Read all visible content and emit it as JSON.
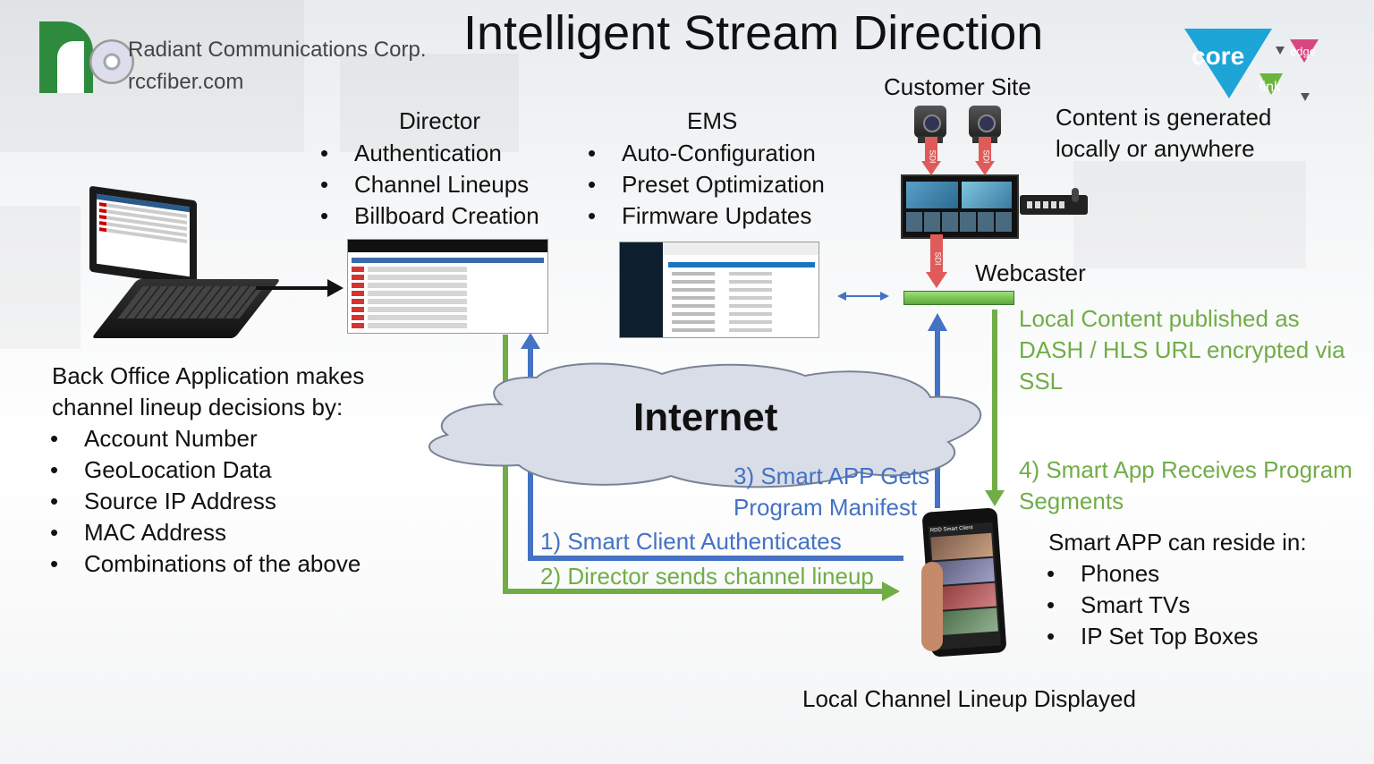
{
  "title": "Intelligent Stream Direction",
  "company": {
    "name": "Radiant Communications Corp.",
    "url": "rccfiber.com",
    "logo_text": "rc"
  },
  "corelink_logo": {
    "core": "core",
    "edge": "edge",
    "link": "link"
  },
  "director": {
    "heading": "Director",
    "items": [
      "Authentication",
      "Channel Lineups",
      "Billboard Creation"
    ]
  },
  "ems": {
    "heading": "EMS",
    "items": [
      "Auto-Configuration",
      "Preset Optimization",
      "Firmware Updates"
    ]
  },
  "customer_site": {
    "heading": "Customer Site",
    "note_line1": "Content is generated",
    "note_line2": "locally or anywhere"
  },
  "webcaster": {
    "label": "Webcaster"
  },
  "local_content": {
    "line1": "Local Content published as",
    "line2": "DASH / HLS URL encrypted via",
    "line3": "SSL"
  },
  "internet": {
    "label": "Internet"
  },
  "back_office": {
    "line1": "Back Office Application makes",
    "line2": "channel lineup decisions by:",
    "items": [
      "Account Number",
      "GeoLocation Data",
      "Source IP Address",
      "MAC Address",
      "Combinations of the above"
    ]
  },
  "steps": {
    "step1": "1) Smart Client Authenticates",
    "step2": "2) Director sends channel lineup",
    "step3_line1": "3) Smart APP Gets",
    "step3_line2": "Program Manifest",
    "step4_line1": "4) Smart App Receives Program",
    "step4_line2": "Segments"
  },
  "smart_app": {
    "heading": "Smart APP can reside in:",
    "items": [
      "Phones",
      "Smart TVs",
      "IP Set Top Boxes"
    ],
    "phone_title": "RDD Smart Client"
  },
  "footer": {
    "caption": "Local Channel Lineup Displayed"
  },
  "cable_label": "SDI",
  "colors": {
    "green": "#70ad47",
    "blue": "#4472c4",
    "red_arrow": "#e05a5a",
    "cloud": "#d9dde8"
  }
}
